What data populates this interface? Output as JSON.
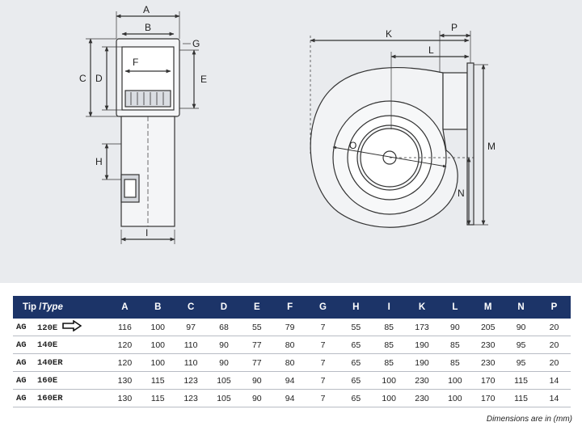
{
  "diagram": {
    "labels": {
      "A": "A",
      "B": "B",
      "C": "C",
      "D": "D",
      "E": "E",
      "F": "F",
      "G": "G",
      "H": "H",
      "I": "I",
      "K": "K",
      "L": "L",
      "M": "M",
      "N": "N",
      "O": "O",
      "P": "P"
    }
  },
  "table": {
    "type_header_plain": "Tip /",
    "type_header_italic": "Type",
    "columns": [
      "A",
      "B",
      "C",
      "D",
      "E",
      "F",
      "G",
      "H",
      "I",
      "K",
      "L",
      "M",
      "N",
      "P"
    ],
    "rows": [
      {
        "prefix": "AG",
        "model": "120E",
        "highlight": true,
        "values": [
          "116",
          "100",
          "97",
          "68",
          "55",
          "79",
          "7",
          "55",
          "85",
          "173",
          "90",
          "205",
          "90",
          "20"
        ]
      },
      {
        "prefix": "AG",
        "model": "140E",
        "highlight": false,
        "values": [
          "120",
          "100",
          "110",
          "90",
          "77",
          "80",
          "7",
          "65",
          "85",
          "190",
          "85",
          "230",
          "95",
          "20"
        ]
      },
      {
        "prefix": "AG",
        "model": "140ER",
        "highlight": false,
        "values": [
          "120",
          "100",
          "110",
          "90",
          "77",
          "80",
          "7",
          "65",
          "85",
          "190",
          "85",
          "230",
          "95",
          "20"
        ]
      },
      {
        "prefix": "AG",
        "model": "160E",
        "highlight": false,
        "values": [
          "130",
          "115",
          "123",
          "105",
          "90",
          "94",
          "7",
          "65",
          "100",
          "230",
          "100",
          "170",
          "115",
          "14"
        ]
      },
      {
        "prefix": "AG",
        "model": "160ER",
        "highlight": false,
        "values": [
          "130",
          "115",
          "123",
          "105",
          "90",
          "94",
          "7",
          "65",
          "100",
          "230",
          "100",
          "170",
          "115",
          "14"
        ]
      }
    ]
  },
  "note": "Dimensions are in (mm)",
  "colors": {
    "header_bg": "#1c3468",
    "drawing_bg": "#e9ebee"
  }
}
